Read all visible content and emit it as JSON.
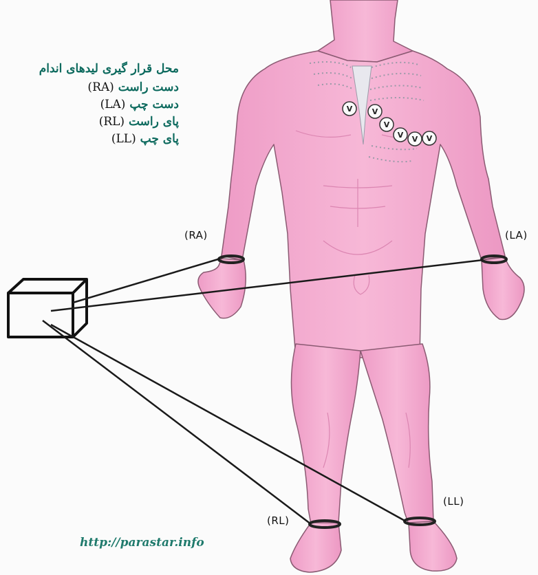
{
  "legend": {
    "title": "محل قرار گیری لیدهای اندام",
    "items": [
      {
        "code": "(RA)",
        "text": "دست راست"
      },
      {
        "code": "(LA)",
        "text": "دست چپ"
      },
      {
        "code": "(RL)",
        "text": "پای راست"
      },
      {
        "code": "(LL)",
        "text": "پای چپ"
      }
    ]
  },
  "leads": {
    "ra": "(RA)",
    "la": "(LA)",
    "rl": "(RL)",
    "ll": "(LL)"
  },
  "chest_electrodes": [
    "V",
    "V",
    "V",
    "V",
    "V",
    "V"
  ],
  "credit": "http://parastar.info",
  "colors": {
    "skin": "#f4a9cf",
    "skin_shadow": "#e58bbb",
    "outline": "#8a5a72",
    "legend_text": "#0d6a5e",
    "cable": "#1a1a1a",
    "credit": "#1f7a6c"
  }
}
